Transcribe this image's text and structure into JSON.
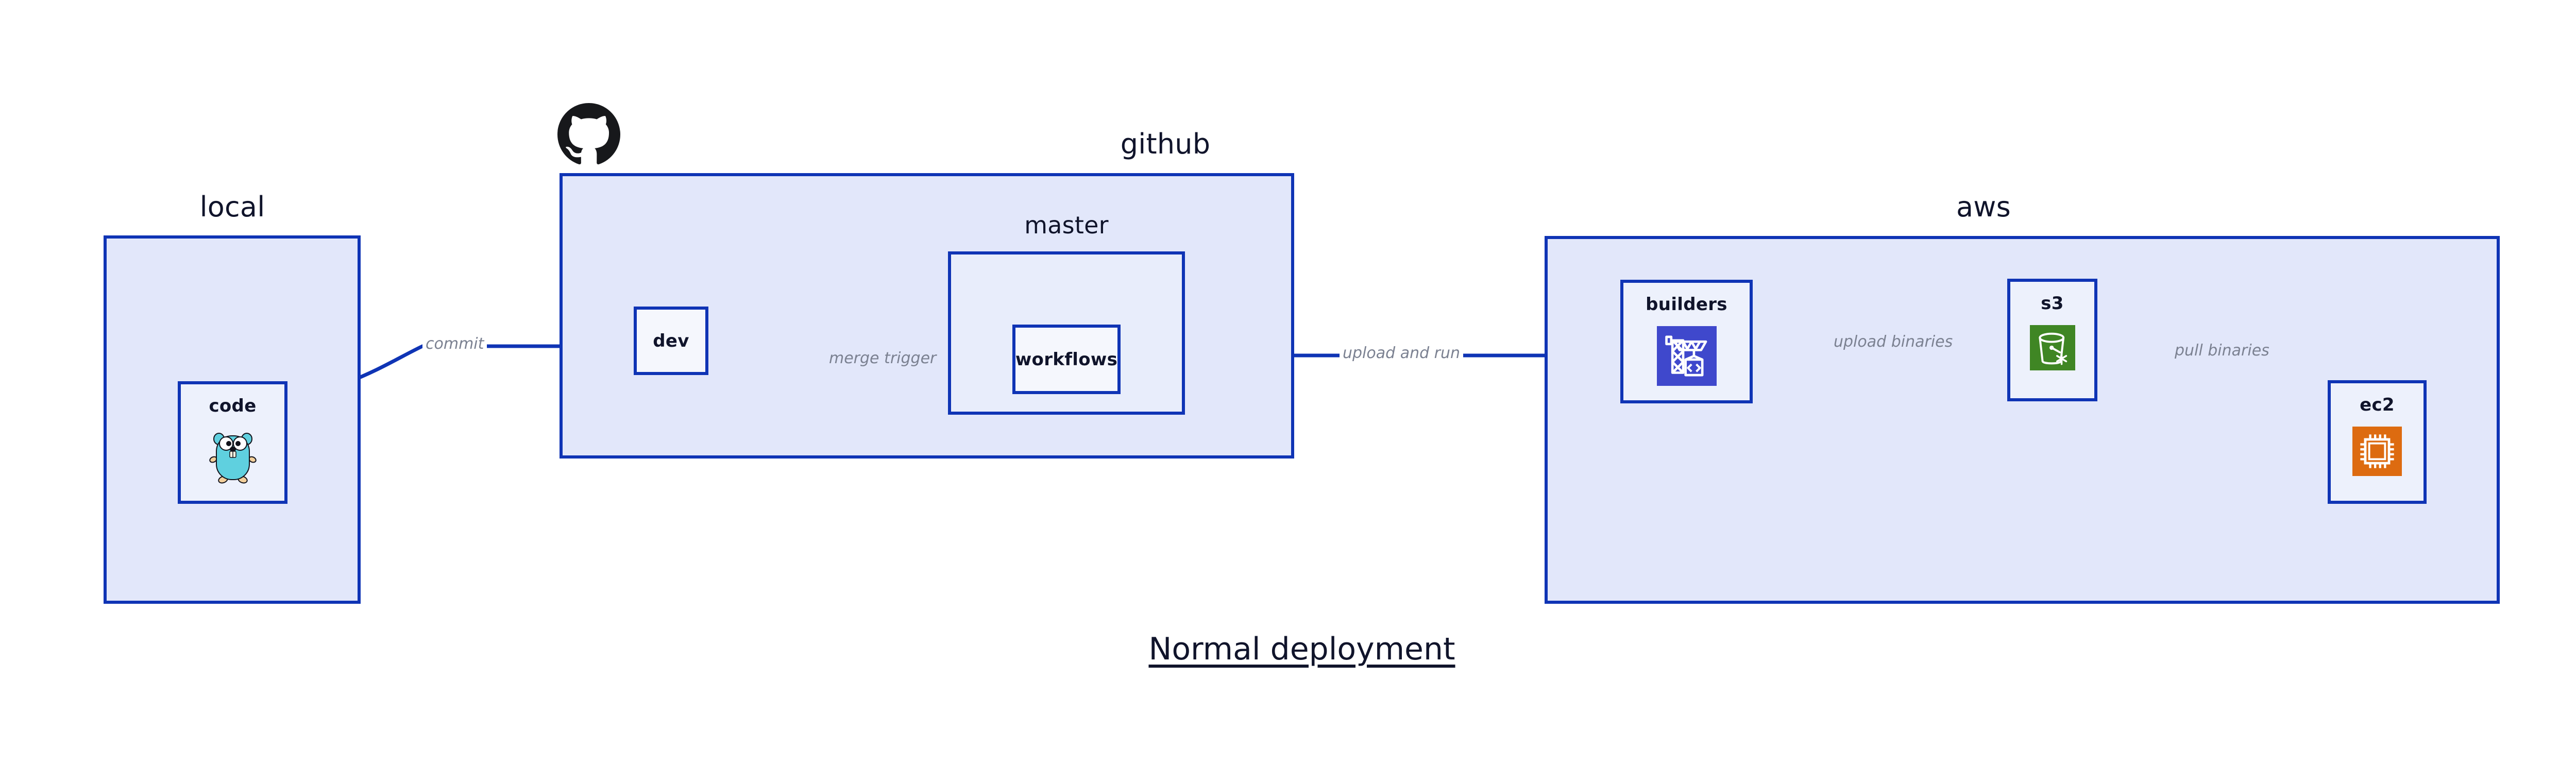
{
  "title": "Normal deployment",
  "colors": {
    "group_fill": "#e2e7fa",
    "group_inner_fill": "#e8edfb",
    "node_fill": "#edf1fc",
    "stroke": "#0f34b5",
    "edge_label": "#7b8191",
    "text": "#10142b",
    "codebuild_icon": "#3f48cc",
    "s3_icon": "#3f8624",
    "ec2_icon": "#dd6b10",
    "gopher_body": "#5fd0df",
    "github_mark": "#17181b"
  },
  "groups": [
    {
      "id": "local",
      "label": "local"
    },
    {
      "id": "github",
      "label": "github"
    },
    {
      "id": "master",
      "label": "master"
    },
    {
      "id": "aws",
      "label": "aws"
    }
  ],
  "nodes": [
    {
      "id": "code",
      "label": "code",
      "icon": "go-gopher-icon"
    },
    {
      "id": "dev",
      "label": "dev",
      "icon": "none"
    },
    {
      "id": "workflows",
      "label": "workflows",
      "icon": "none"
    },
    {
      "id": "builders",
      "label": "builders",
      "icon": "aws-codebuild-icon"
    },
    {
      "id": "s3",
      "label": "s3",
      "icon": "aws-s3-bucket-icon"
    },
    {
      "id": "ec2",
      "label": "ec2",
      "icon": "aws-ec2-chip-icon"
    }
  ],
  "edges": [
    {
      "id": "commit",
      "from": "code",
      "to": "dev",
      "label": "commit"
    },
    {
      "id": "merge-trigger",
      "from": "dev",
      "to": "workflows",
      "label": "merge trigger"
    },
    {
      "id": "upload-and-run",
      "from": "workflows",
      "to": "builders",
      "label": "upload and run"
    },
    {
      "id": "upload-binaries",
      "from": "builders",
      "to": "s3",
      "label": "upload binaries"
    },
    {
      "id": "pull-binaries",
      "from": "s3",
      "to": "ec2",
      "label": "pull binaries"
    }
  ],
  "logos": [
    {
      "id": "github-mark",
      "name": "github-octocat-logo"
    }
  ]
}
